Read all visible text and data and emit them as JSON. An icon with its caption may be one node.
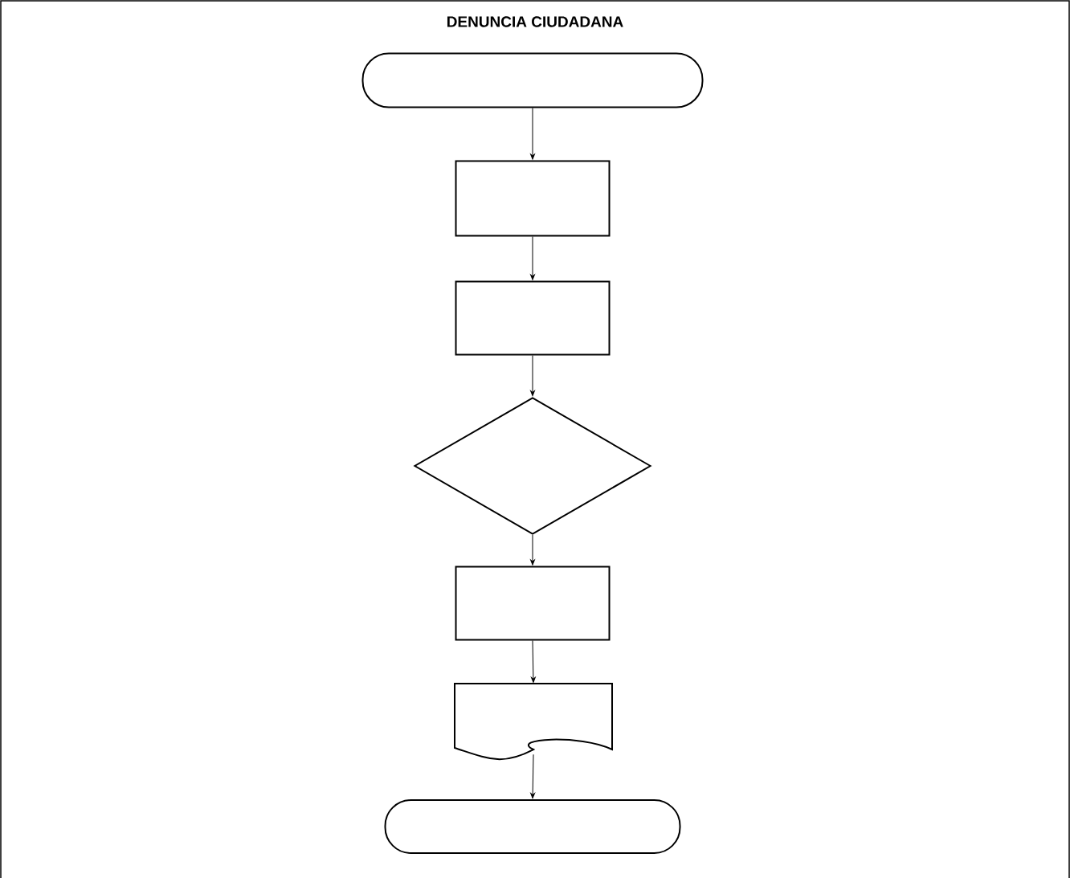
{
  "diagram": {
    "title": "DENUNCIA CIUDADANA",
    "nodes": [
      {
        "text": [],
        "shape": "stadium"
      },
      {
        "text": [],
        "shape": "box"
      },
      {
        "text": [],
        "shape": "box"
      },
      {
        "text": [],
        "shape": "diamond"
      },
      {
        "text": [],
        "shape": "box"
      },
      {
        "text": [],
        "shape": "document"
      },
      {
        "text": [],
        "shape": "stadium"
      }
    ],
    "edges": [
      {
        "from": 0,
        "to": 1,
        "arrow": "to"
      },
      {
        "from": 1,
        "to": 2,
        "arrow": "to"
      },
      {
        "from": 2,
        "to": 3,
        "arrow": "to"
      },
      {
        "from": 3,
        "to": 4,
        "arrow": "to"
      },
      {
        "from": 4,
        "to": 5,
        "arrow": "to"
      },
      {
        "from": 5,
        "to": 6,
        "arrow": "to"
      }
    ]
  }
}
